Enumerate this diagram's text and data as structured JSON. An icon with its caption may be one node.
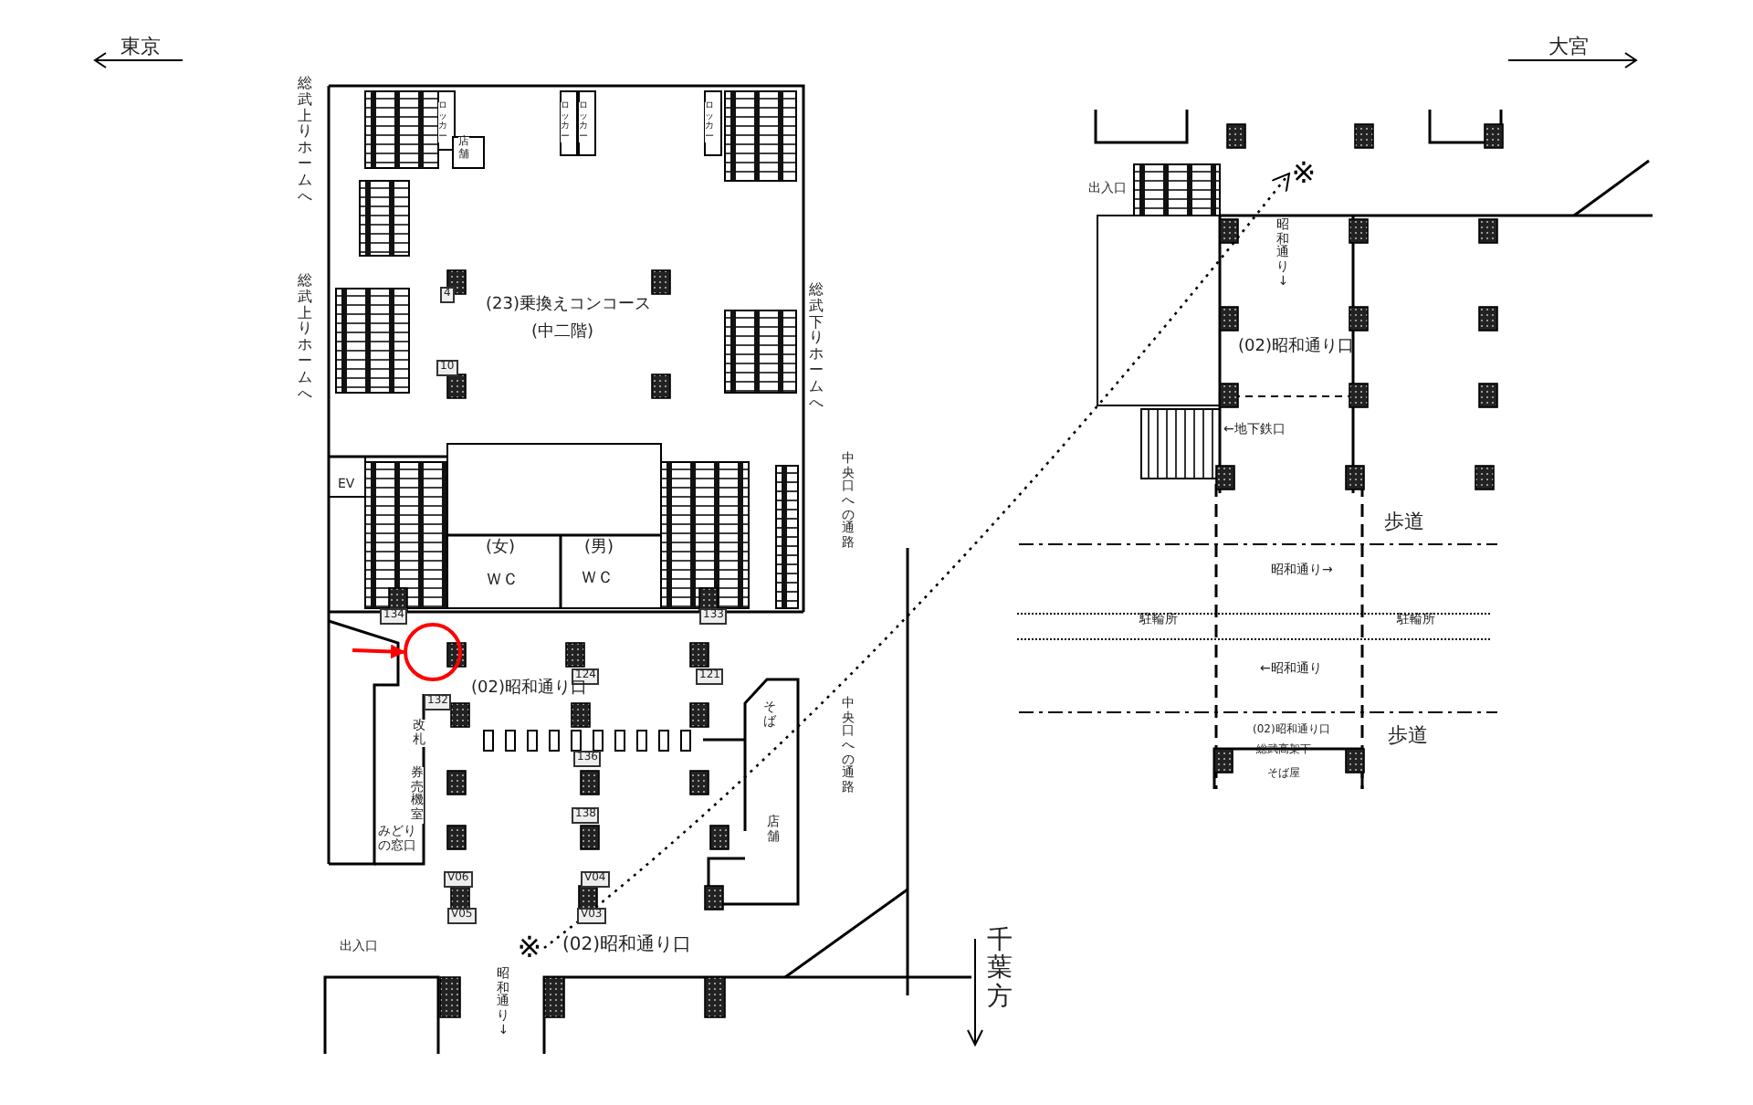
{
  "diagram": {
    "nodes": [
      {
        "text": [
          "※"
        ]
      },
      {
        "text": [
          "※"
        ]
      },
      {
        "text": [],
        "shape": "circle"
      }
    ],
    "edges": [
      {
        "from": 0,
        "to": 1,
        "arrow": "to",
        "style": "dashed"
      },
      {
        "from": null,
        "to": 2,
        "arrow": "to",
        "color": "#ff0000"
      }
    ],
    "labels": [
      "東京",
      "大宮",
      "総武上りホームへ",
      "総武上りホームへ",
      "総武下りホームへ",
      "ロッカー",
      "ロッカー",
      "ロッカー",
      "ロッカー",
      "店舗",
      "4",
      "(23)乗換えコンコース",
      "(中二階)",
      "10",
      "EV",
      "(女)",
      "ＷＣ",
      "(男)",
      "ＷＣ",
      "134",
      "133",
      "124",
      "121",
      "(02)昭和通り口",
      "132",
      "改札",
      "136",
      "券売機室",
      "そば",
      "138",
      "みどりの窓口",
      "店舗",
      "中央口への通路",
      "中央口への通路",
      "V06",
      "V04",
      "V05",
      "V03",
      "出入口",
      "昭和通り↓",
      "(02)昭和通り口",
      "千葉方",
      "出入口",
      "昭和通り↓",
      "(02)昭和通り口",
      "←地下鉄口",
      "歩道",
      "昭和通り→",
      "駐輪所",
      "駐輪所",
      "←昭和通り",
      "歩道",
      "(02)昭和通り口",
      "総武高架下",
      "そば屋"
    ]
  }
}
